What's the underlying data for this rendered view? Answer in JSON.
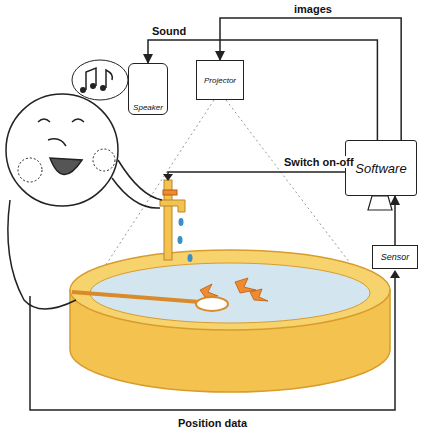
{
  "diagram": {
    "nodes": [
      {
        "text": [
          "Projector"
        ]
      },
      {
        "text": [
          "Speaker"
        ]
      },
      {
        "text": [
          "Software"
        ]
      },
      {
        "text": [
          "Sensor"
        ]
      }
    ],
    "edges": [
      {
        "from": 2,
        "to": 0,
        "label": "images",
        "arrow": "to"
      },
      {
        "from": 2,
        "to": 1,
        "label": "Sound",
        "arrow": "to"
      },
      {
        "from": 3,
        "to": 2,
        "arrow": "to"
      }
    ],
    "labels": [
      "Switch on-off",
      "Position data"
    ]
  }
}
